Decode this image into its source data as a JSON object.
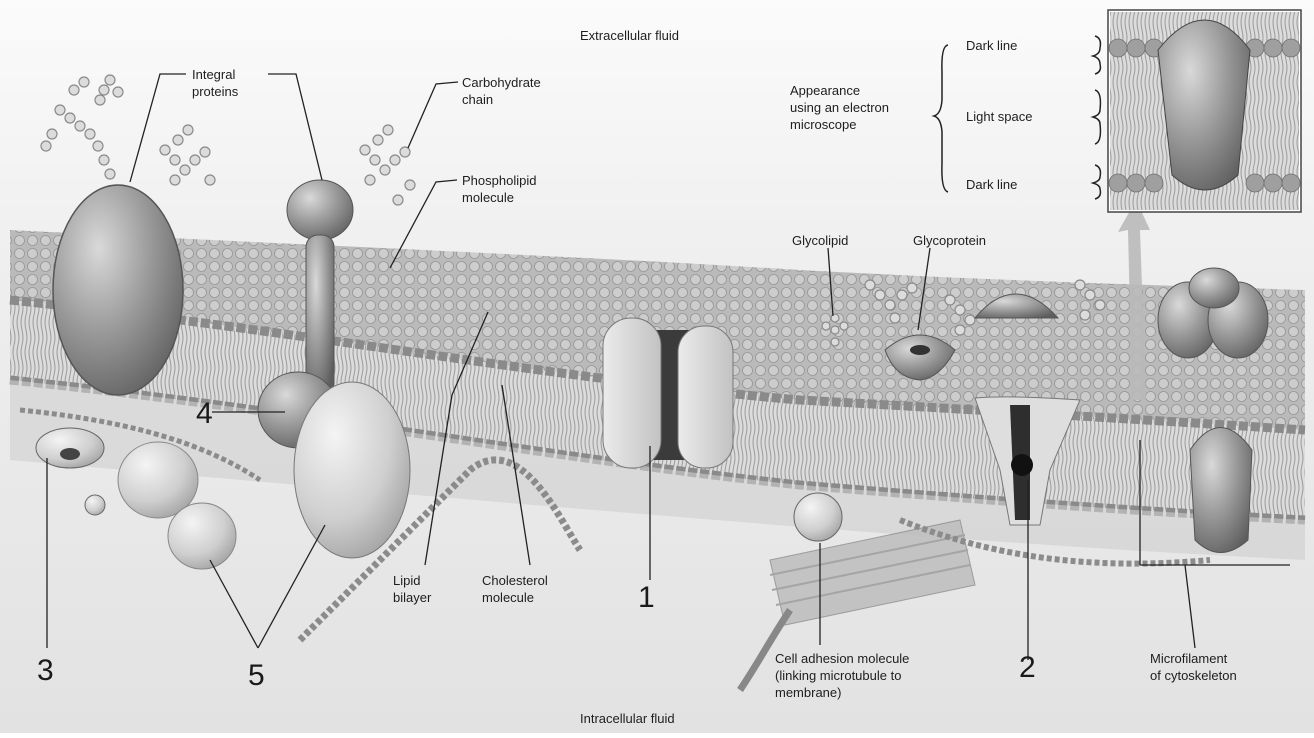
{
  "labels": {
    "extracellular": "Extracellular fluid",
    "intracellular": "Intracellular fluid",
    "integral_proteins": [
      "Integral",
      "proteins"
    ],
    "carbohydrate_chain": [
      "Carbohydrate",
      "chain"
    ],
    "phospholipid": [
      "Phospholipid",
      "molecule"
    ],
    "glycolipid": "Glycolipid",
    "glycoprotein": "Glycoprotein",
    "lipid_bilayer": [
      "Lipid",
      "bilayer"
    ],
    "cholesterol": [
      "Cholesterol",
      "molecule"
    ],
    "cell_adhesion": [
      "Cell adhesion molecule",
      "(linking microtubule to",
      "membrane)"
    ],
    "microfilament": [
      "Microfilament",
      "of cytoskeleton"
    ],
    "appearance": [
      "Appearance",
      "using an electron",
      "microscope"
    ],
    "dark_line_top": "Dark line",
    "light_space": "Light space",
    "dark_line_bottom": "Dark line"
  },
  "numbers": [
    "1",
    "2",
    "3",
    "4",
    "5"
  ],
  "colors": {
    "membrane": "#9c9c9c",
    "protein_dark": "#6e6e6e",
    "protein_light": "#d6d6d6",
    "background_top": "#f1f1f1",
    "background_bottom": "#e4e4e4"
  }
}
